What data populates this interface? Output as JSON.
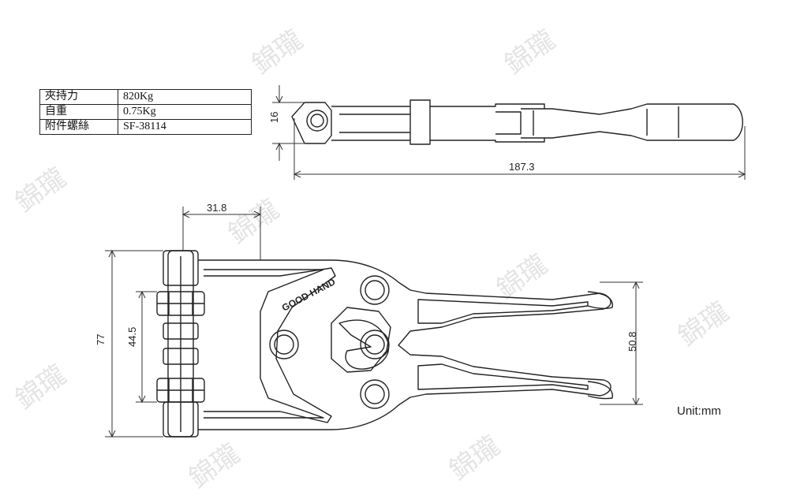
{
  "spec_table": [
    {
      "label": "夾持力",
      "value": "820Kg"
    },
    {
      "label": "自重",
      "value": "0.75Kg"
    },
    {
      "label": "附件螺絲",
      "value": "SF-38114"
    }
  ],
  "dimensions": {
    "side_height": "16",
    "side_length": "187.3",
    "offset": "31.8",
    "total_height": "77",
    "bolt_span": "44.5",
    "handle_span": "50.8"
  },
  "brand_mark": "GOOD HAND",
  "unit_label": "Unit:mm",
  "watermark": "錦瓏",
  "colors": {
    "line": "#222222",
    "dim": "#333333",
    "watermark": "#cfcfcf"
  }
}
